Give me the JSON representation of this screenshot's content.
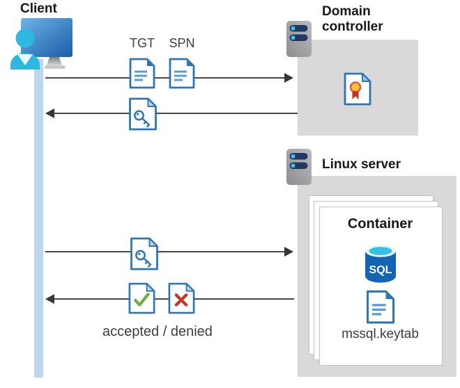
{
  "client": {
    "label": "Client"
  },
  "domain_controller": {
    "label": "Domain controller"
  },
  "linux_server": {
    "label": "Linux server"
  },
  "container": {
    "label": "Container",
    "sql_badge": "SQL",
    "keytab_label": "mssql.keytab"
  },
  "flows": {
    "tgt_label": "TGT",
    "spn_label": "SPN",
    "result_label": "accepted / denied"
  },
  "icons": {
    "client_workstation": "monitor-with-user-icon",
    "server": "server-icon",
    "ticket_document": "text-document-icon",
    "service_ticket": "key-document-icon",
    "certificate": "certificate-document-icon",
    "accepted": "check-document-icon",
    "denied": "x-document-icon",
    "sql_database": "sql-database-cylinder-icon",
    "keytab_file": "text-document-icon"
  },
  "colors": {
    "doc_border_blue": "#2e75b6",
    "doc_line_blue": "#5b9bd5",
    "fold_light_blue": "#bdd7ee",
    "accept_green": "#6fae44",
    "deny_red": "#c0392b",
    "cert_gold": "#ffc72c",
    "cert_ribbon_red": "#c9302c",
    "sql_body_blue": "#1464b4",
    "sql_top_cyan": "#35c0e4",
    "server_bar_navy": "#1f3864",
    "server_dot_cyan": "#45bce8",
    "person_cyan": "#2eb7e0",
    "lifeline_blue": "#bdd7ee",
    "panel_gray": "#d9d9d9",
    "arrow_gray": "#474747"
  }
}
